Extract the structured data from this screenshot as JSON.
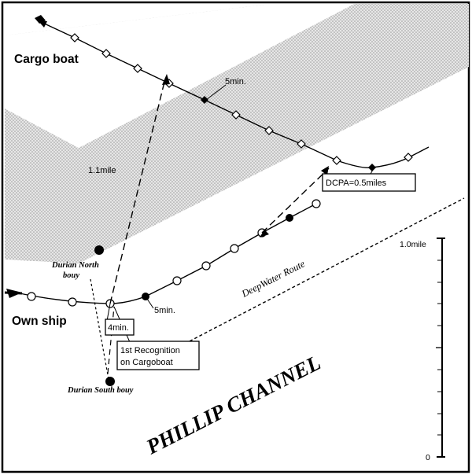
{
  "labels": {
    "cargo_boat": "Cargo boat",
    "own_ship": "Own ship",
    "cargo_5min": "5min.",
    "own_5min": "5min.",
    "own_4min": "4min.",
    "distance": "1.1mile",
    "dcpa": "DCPA=0.5miles",
    "first_recognition_line1": "1st Recognition",
    "first_recognition_line2": "on Cargoboat",
    "durian_north_line1": "Durian North",
    "durian_north_line2": "bouy",
    "durian_south": "Durian South bouy",
    "deepwater_route": "DeepWater Route",
    "channel": "PHILLIP CHANNEL"
  },
  "scale_bar": {
    "top_label": "1.0mile",
    "bottom_label": "0"
  },
  "colors": {
    "line": "#000000",
    "shaded_zone": "#d0d0d0",
    "background": "#ffffff"
  }
}
